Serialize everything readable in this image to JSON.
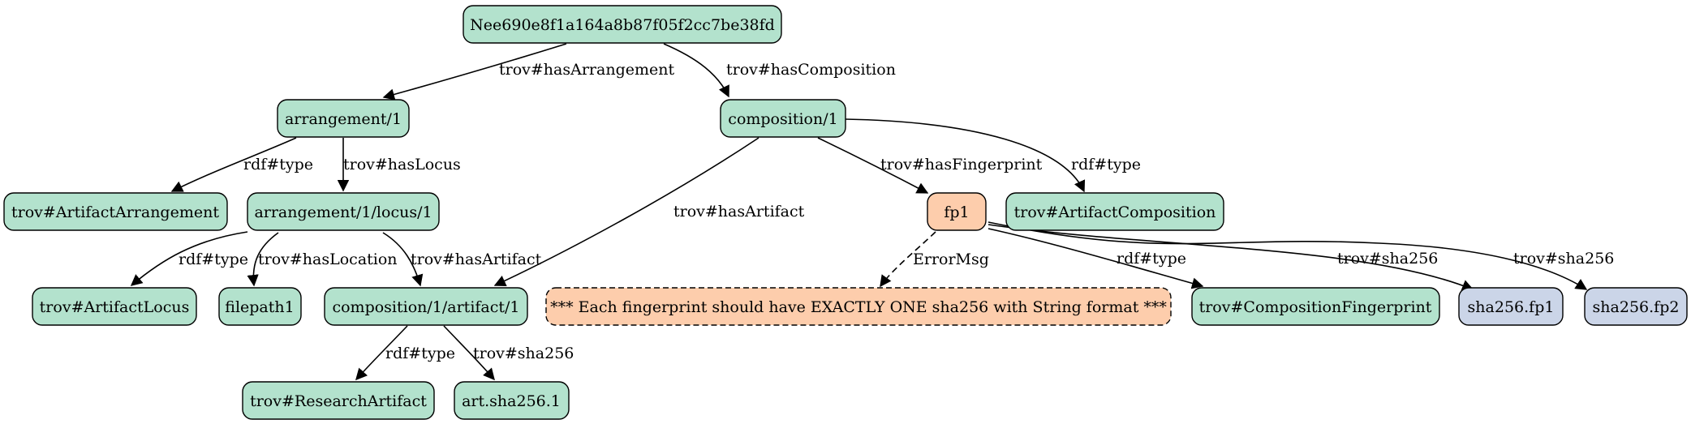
{
  "colors": {
    "green": "#b3e2cd",
    "orange": "#fdcdac",
    "blue": "#cbd5e8",
    "stroke": "#000000"
  },
  "nodes": [
    {
      "id": "n_root",
      "label": "Nee690e8f1a164a8b87f05f2cc7be38fd",
      "color": "green"
    },
    {
      "id": "n_arr",
      "label": "arrangement/1",
      "color": "green"
    },
    {
      "id": "n_comp",
      "label": "composition/1",
      "color": "green"
    },
    {
      "id": "n_tAA",
      "label": "trov#ArtifactArrangement",
      "color": "green"
    },
    {
      "id": "n_locus",
      "label": "arrangement/1/locus/1",
      "color": "green"
    },
    {
      "id": "n_fp1",
      "label": "fp1",
      "color": "orange"
    },
    {
      "id": "n_tAC",
      "label": "trov#ArtifactComposition",
      "color": "green"
    },
    {
      "id": "n_tAL",
      "label": "trov#ArtifactLocus",
      "color": "green"
    },
    {
      "id": "n_file",
      "label": "filepath1",
      "color": "green"
    },
    {
      "id": "n_cart",
      "label": "composition/1/artifact/1",
      "color": "green"
    },
    {
      "id": "n_err",
      "label": "*** Each fingerprint should have EXACTLY ONE sha256 with String format ***",
      "color": "orange",
      "dashed": true
    },
    {
      "id": "n_tCF",
      "label": "trov#CompositionFingerprint",
      "color": "green"
    },
    {
      "id": "n_sfp1",
      "label": "sha256.fp1",
      "color": "blue"
    },
    {
      "id": "n_sfp2",
      "label": "sha256.fp2",
      "color": "blue"
    },
    {
      "id": "n_tRA",
      "label": "trov#ResearchArtifact",
      "color": "green"
    },
    {
      "id": "n_asha",
      "label": "art.sha256.1",
      "color": "green"
    }
  ],
  "edges": [
    {
      "id": "e1",
      "from": "n_root",
      "to": "n_arr",
      "label": "trov#hasArrangement"
    },
    {
      "id": "e2",
      "from": "n_root",
      "to": "n_comp",
      "label": "trov#hasComposition"
    },
    {
      "id": "e3",
      "from": "n_arr",
      "to": "n_tAA",
      "label": "rdf#type"
    },
    {
      "id": "e4",
      "from": "n_arr",
      "to": "n_locus",
      "label": "trov#hasLocus"
    },
    {
      "id": "e5",
      "from": "n_comp",
      "to": "n_cart",
      "label": "trov#hasArtifact"
    },
    {
      "id": "e6",
      "from": "n_comp",
      "to": "n_fp1",
      "label": "trov#hasFingerprint"
    },
    {
      "id": "e7",
      "from": "n_comp",
      "to": "n_tAC",
      "label": "rdf#type"
    },
    {
      "id": "e8",
      "from": "n_locus",
      "to": "n_tAL",
      "label": "rdf#type"
    },
    {
      "id": "e9",
      "from": "n_locus",
      "to": "n_file",
      "label": "trov#hasLocation"
    },
    {
      "id": "e10",
      "from": "n_locus",
      "to": "n_cart",
      "label": "trov#hasArtifact"
    },
    {
      "id": "e11",
      "from": "n_fp1",
      "to": "n_err",
      "label": "ErrorMsg",
      "dashed": true
    },
    {
      "id": "e12",
      "from": "n_fp1",
      "to": "n_tCF",
      "label": "rdf#type"
    },
    {
      "id": "e13",
      "from": "n_fp1",
      "to": "n_sfp1",
      "label": "trov#sha256"
    },
    {
      "id": "e14",
      "from": "n_fp1",
      "to": "n_sfp2",
      "label": "trov#sha256"
    },
    {
      "id": "e15",
      "from": "n_cart",
      "to": "n_tRA",
      "label": "rdf#type"
    },
    {
      "id": "e16",
      "from": "n_cart",
      "to": "n_asha",
      "label": "trov#sha256"
    }
  ]
}
